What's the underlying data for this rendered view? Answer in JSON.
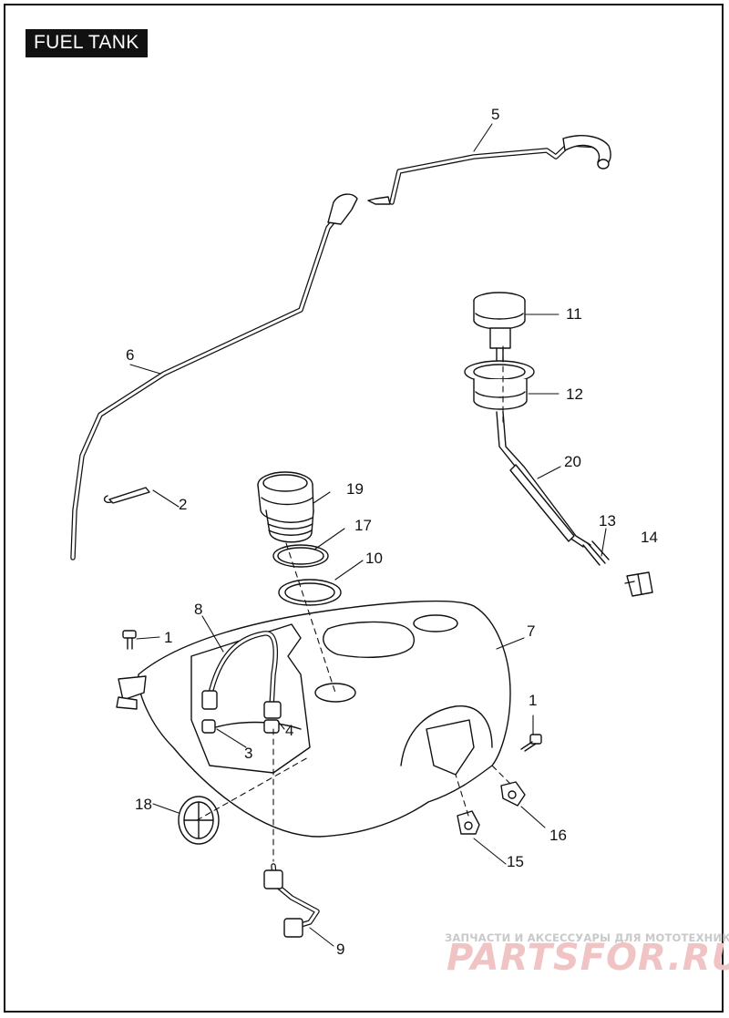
{
  "header": {
    "title": "FUEL TANK"
  },
  "callouts": [
    {
      "id": "c1a",
      "text": "1"
    },
    {
      "id": "c1b",
      "text": "1"
    },
    {
      "id": "c2",
      "text": "2"
    },
    {
      "id": "c3",
      "text": "3"
    },
    {
      "id": "c4",
      "text": "4"
    },
    {
      "id": "c5",
      "text": "5"
    },
    {
      "id": "c6",
      "text": "6"
    },
    {
      "id": "c7",
      "text": "7"
    },
    {
      "id": "c8",
      "text": "8"
    },
    {
      "id": "c9",
      "text": "9"
    },
    {
      "id": "c10",
      "text": "10"
    },
    {
      "id": "c11",
      "text": "11"
    },
    {
      "id": "c12",
      "text": "12"
    },
    {
      "id": "c13",
      "text": "13"
    },
    {
      "id": "c14",
      "text": "14"
    },
    {
      "id": "c15",
      "text": "15"
    },
    {
      "id": "c16",
      "text": "16"
    },
    {
      "id": "c17",
      "text": "17"
    },
    {
      "id": "c18",
      "text": "18"
    },
    {
      "id": "c19",
      "text": "19"
    },
    {
      "id": "c20",
      "text": "20"
    }
  ],
  "watermark": {
    "tagline": "ЗАПЧАСТИ И АКСЕССУАРЫ ДЛЯ МОТОТЕХНИКИ",
    "brand": "PARTSFOR.RU",
    "color": "#e8a0a0"
  },
  "colors": {
    "line": "#111111",
    "background": "#ffffff"
  }
}
